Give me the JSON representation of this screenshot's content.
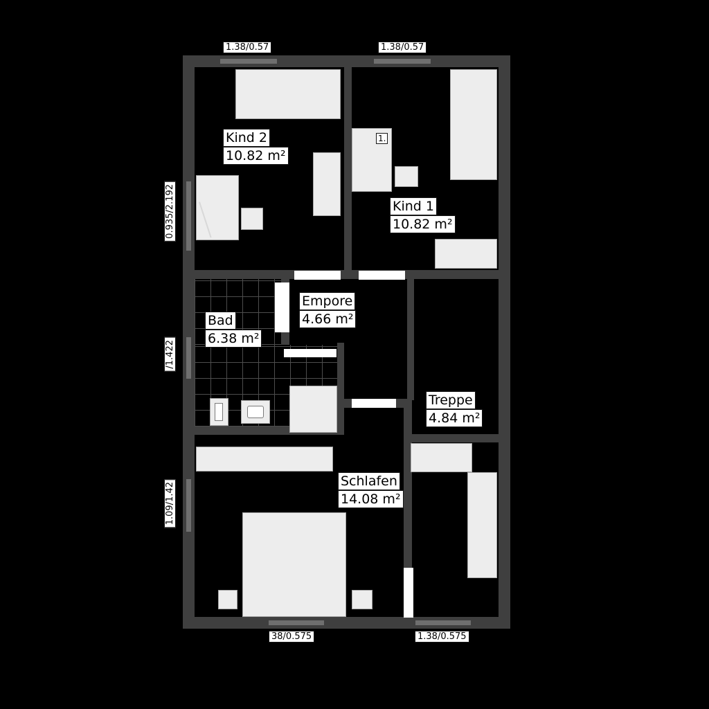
{
  "floorplan": {
    "rooms": [
      {
        "name": "Kind 2",
        "area": "10.82 m²"
      },
      {
        "name": "Kind 1",
        "area": "10.82 m²"
      },
      {
        "name": "Empore",
        "area": "4.66 m²"
      },
      {
        "name": "Bad",
        "area": "6.38 m²"
      },
      {
        "name": "Treppe",
        "area": "4.84 m²"
      },
      {
        "name": "Schlafen",
        "area": "14.08 m²"
      }
    ],
    "dimensions": {
      "top_left": "1.38/0.57",
      "top_right": "1.38/0.57",
      "left_upper": "0.935/2.192",
      "left_middle": "/1.422",
      "left_lower": "1.09/1.42",
      "bottom_left": "38/0.575",
      "bottom_right": "1.38/0.575"
    },
    "annotations": {
      "kind1_marker": "1."
    },
    "colors": {
      "background": "#000000",
      "wall": "#3f3f3f",
      "furniture": "#ededed",
      "door_opening": "#ffffff",
      "label_bg": "#ffffff",
      "label_text": "#000000"
    }
  }
}
